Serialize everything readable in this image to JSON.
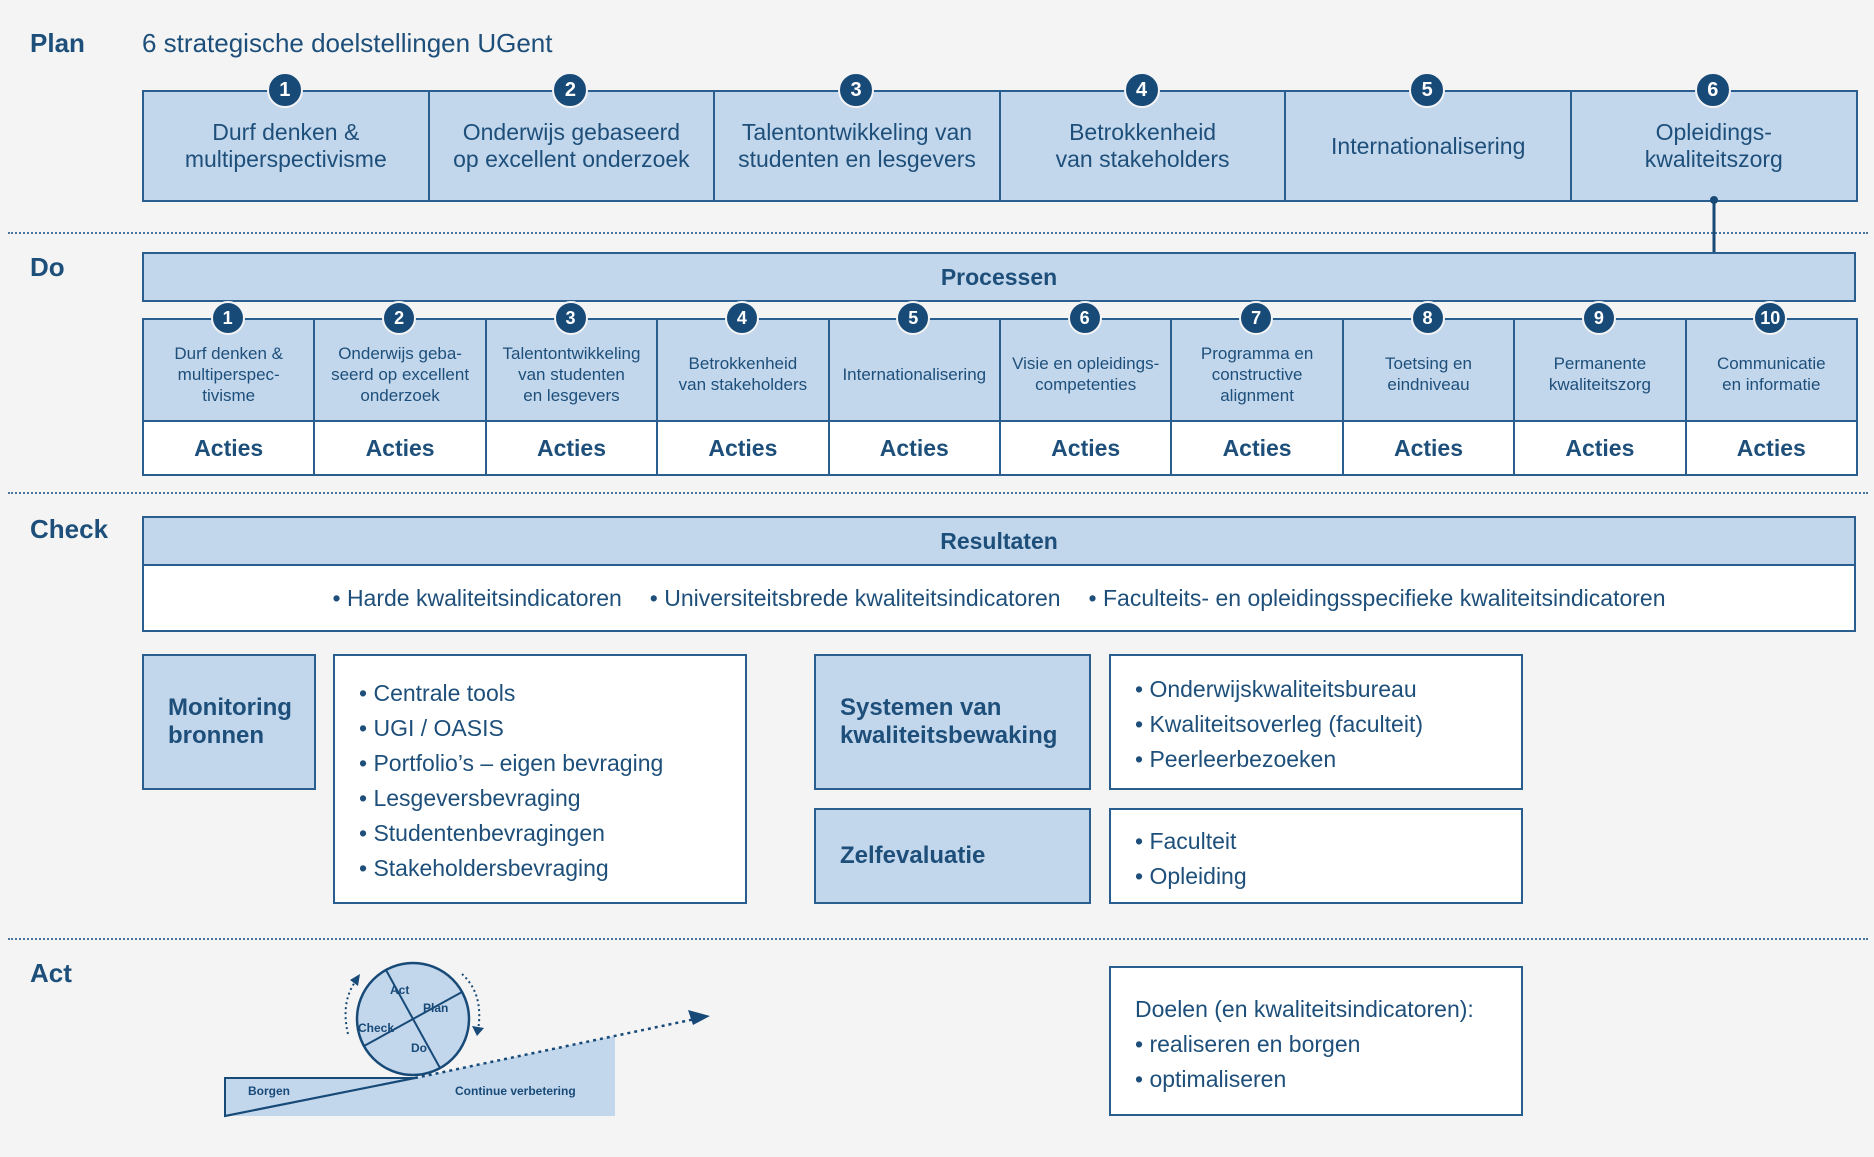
{
  "sections": {
    "plan": "Plan",
    "do": "Do",
    "check": "Check",
    "act": "Act"
  },
  "plan": {
    "subtitle": "6 strategische doelstellingen UGent",
    "goals": [
      {
        "num": "1",
        "label": "Durf denken &\nmultiperspectivisme"
      },
      {
        "num": "2",
        "label": "Onderwijs gebaseerd\nop excellent onderzoek"
      },
      {
        "num": "3",
        "label": "Talentontwikkeling van\nstudenten en lesgevers"
      },
      {
        "num": "4",
        "label": "Betrokkenheid\nvan stakeholders"
      },
      {
        "num": "5",
        "label": "Internationalisering"
      },
      {
        "num": "6",
        "label": "Opleidings-\nkwaliteitszorg"
      }
    ]
  },
  "do": {
    "processes_title": "Processen",
    "processes": [
      {
        "num": "1",
        "label": "Durf denken &\nmultiperspec-\ntivisme",
        "actions": "Acties"
      },
      {
        "num": "2",
        "label": "Onderwijs geba-\nseerd op excellent\nonderzoek",
        "actions": "Acties"
      },
      {
        "num": "3",
        "label": "Talentontwikkeling\nvan studenten\nen lesgevers",
        "actions": "Acties"
      },
      {
        "num": "4",
        "label": "Betrokkenheid\nvan stakeholders",
        "actions": "Acties"
      },
      {
        "num": "5",
        "label": "Internationalisering",
        "actions": "Acties"
      },
      {
        "num": "6",
        "label": "Visie en opleidings-\ncompetenties",
        "actions": "Acties"
      },
      {
        "num": "7",
        "label": "Programma en\nconstructive\nalignment",
        "actions": "Acties"
      },
      {
        "num": "8",
        "label": "Toetsing en\neindniveau",
        "actions": "Acties"
      },
      {
        "num": "9",
        "label": "Permanente\nkwaliteitszorg",
        "actions": "Acties"
      },
      {
        "num": "10",
        "label": "Communicatie\nen informatie",
        "actions": "Acties"
      }
    ]
  },
  "check": {
    "results_title": "Resultaten",
    "results_items": [
      "Harde kwaliteitsindicatoren",
      "Universiteitsbrede kwaliteitsindicatoren",
      "Faculteits- en opleidingsspecifieke kwaliteitsindicatoren"
    ],
    "monitoring": {
      "title": "Monitoring\nbronnen",
      "items": [
        "Centrale tools",
        "UGI / OASIS",
        "Portfolio’s – eigen bevraging",
        "Lesgeversbevraging",
        "Studentenbevragingen",
        "Stakeholdersbevraging"
      ]
    },
    "systems": {
      "title": "Systemen van\nkwaliteitsbewaking",
      "items": [
        "Onderwijskwaliteitsbureau",
        "Kwaliteitsoverleg (faculteit)",
        "Peerleerbezoeken"
      ]
    },
    "selfeval": {
      "title": "Zelfevaluatie",
      "items": [
        "Faculteit",
        "Opleiding"
      ]
    }
  },
  "act": {
    "wheel": {
      "act": "Act",
      "plan": "Plan",
      "check": "Check",
      "do": "Do"
    },
    "ramp": {
      "left": "Borgen",
      "right": "Continue verbetering"
    },
    "goals_title": "Doelen (en kwaliteitsindicatoren):",
    "goals_items": [
      "realiseren en borgen",
      "optimaliseren"
    ]
  }
}
